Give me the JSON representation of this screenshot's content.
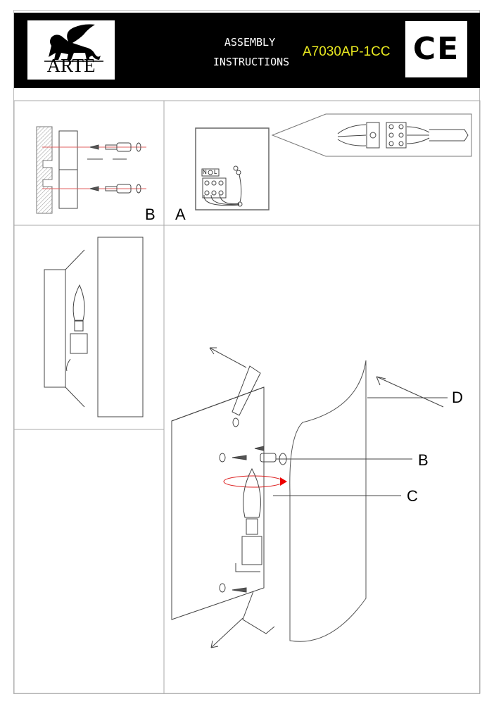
{
  "header": {
    "brand": "ARTE",
    "title_line1": "ASSEMBLY",
    "title_line2": "INSTRUCTIONS",
    "model_code": "A7030AP-1CC",
    "certification_mark": "CE",
    "model_code_color": "#e8e820"
  },
  "panels": {
    "top_left_label": "B",
    "top_right_label": "A",
    "terminal_labels": {
      "live": "L",
      "neutral": "N"
    }
  },
  "main_diagram": {
    "callouts": [
      "D",
      "B",
      "C"
    ]
  }
}
